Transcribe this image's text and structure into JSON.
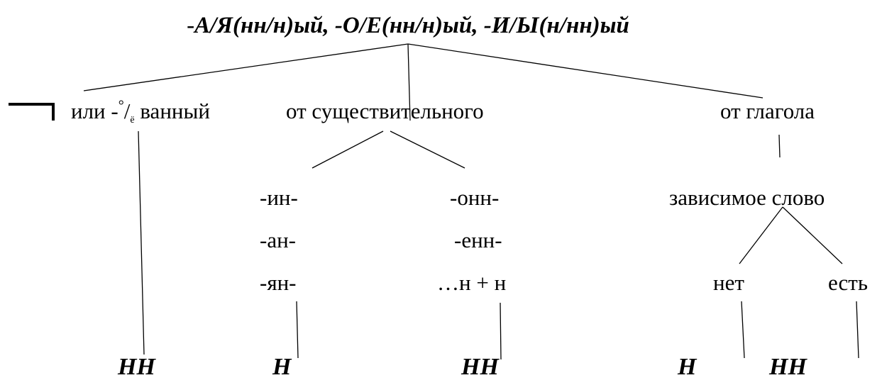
{
  "title": {
    "dash": "-",
    "text": "А/Я(нн/н)ый, -О/Е(нн/н)ый, -И/Ы(н/нн)ый"
  },
  "branches": {
    "left": {
      "prefix": "или -",
      "degree": "°",
      "slash": "/",
      "e": "ё",
      "suffix": " ванный"
    },
    "middle": "от существительного",
    "right": "от глагола"
  },
  "noun_suffixes": {
    "single_n": [
      "-ин-",
      "-ан-",
      "-ян-"
    ],
    "double_n": [
      "-онн-",
      "-енн-",
      "…н + н"
    ]
  },
  "verb": {
    "dependent_word": "зависимое слово",
    "no": "нет",
    "yes": "есть"
  },
  "results": [
    "НН",
    "Н",
    "НН",
    "Н",
    "НН"
  ]
}
